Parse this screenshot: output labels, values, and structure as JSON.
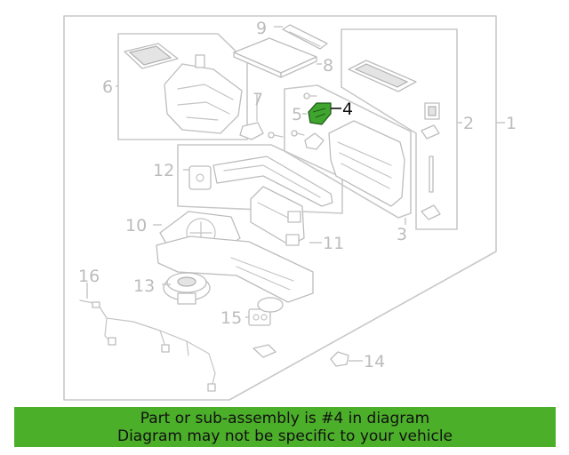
{
  "callouts": {
    "c1": "1",
    "c2": "2",
    "c3": "3",
    "c4": "4",
    "c5": "5",
    "c6": "6",
    "c7": "7",
    "c8": "8",
    "c9": "9",
    "c10": "10",
    "c11": "11",
    "c12": "12",
    "c13": "13",
    "c14": "14",
    "c15": "15",
    "c16": "16"
  },
  "highlight": {
    "part_number": "4",
    "color": "#3fa52e"
  },
  "banner": {
    "line1": "Part or sub-assembly is #4 in diagram",
    "line2": "Diagram may not be specific to your vehicle",
    "background": "#4caf2a"
  }
}
